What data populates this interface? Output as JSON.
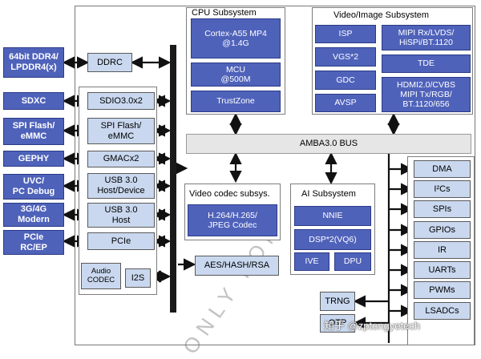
{
  "external": {
    "ddr": "64bit DDR4/\nLPDDR4(x)",
    "sdxc": "SDXC",
    "spi_flash": "SPI Flash/\neMMC",
    "gephy": "GEPHY",
    "uvc": "UVC/\nPC Debug",
    "modem": "3G/4G\nModern",
    "pcie": "PCIe\nRC/EP"
  },
  "left_col": {
    "ddrc": "DDRC",
    "sdio": "SDIO3.0x2",
    "spi_flash": "SPI Flash/\neMMC",
    "gmac": "GMACx2",
    "usb_device": "USB 3.0\nHost/Device",
    "usb_host": "USB 3.0\nHost",
    "pcie": "PCIe",
    "audio_codec": "Audio\nCODEC",
    "i2s": "I2S"
  },
  "cpu": {
    "title": "CPU Subsystem",
    "cortex": "Cortex-A55 MP4\n@1.4G",
    "mcu": "MCU\n@500M",
    "trustzone": "TrustZone"
  },
  "video_image": {
    "title": "Video/Image Subsystem",
    "isp": "ISP",
    "vgs": "VGS*2",
    "gdc": "GDC",
    "avsp": "AVSP",
    "mipi_rx": "MIPI Rx/LVDS/\nHiSPi/BT.1120",
    "tde": "TDE",
    "hdmi": "HDMI2.0/CVBS\nMIPI Tx/RGB/\nBT.1120/656"
  },
  "bus": {
    "amba": "AMBA3.0 BUS"
  },
  "codec": {
    "title": "Video codec subsys.",
    "h264": "H.264/H.265/\nJPEG Codec"
  },
  "ai": {
    "title": "AI Subsystem",
    "nnie": "NNIE",
    "dsp": "DSP*2(VQ6)",
    "ive": "IVE",
    "dpu": "DPU"
  },
  "security": {
    "aes": "AES/HASH/RSA",
    "trng": "TRNG",
    "otp": "OTP"
  },
  "peripherals": [
    "DMA",
    "I²Cs",
    "SPIs",
    "GPIOs",
    "IR",
    "UARTs",
    "PWMs",
    "LSADCs"
  ],
  "overlay": {
    "watermark_credit": "知乎 @zptongyetech",
    "watermark_diag": "ONLY FOR"
  }
}
